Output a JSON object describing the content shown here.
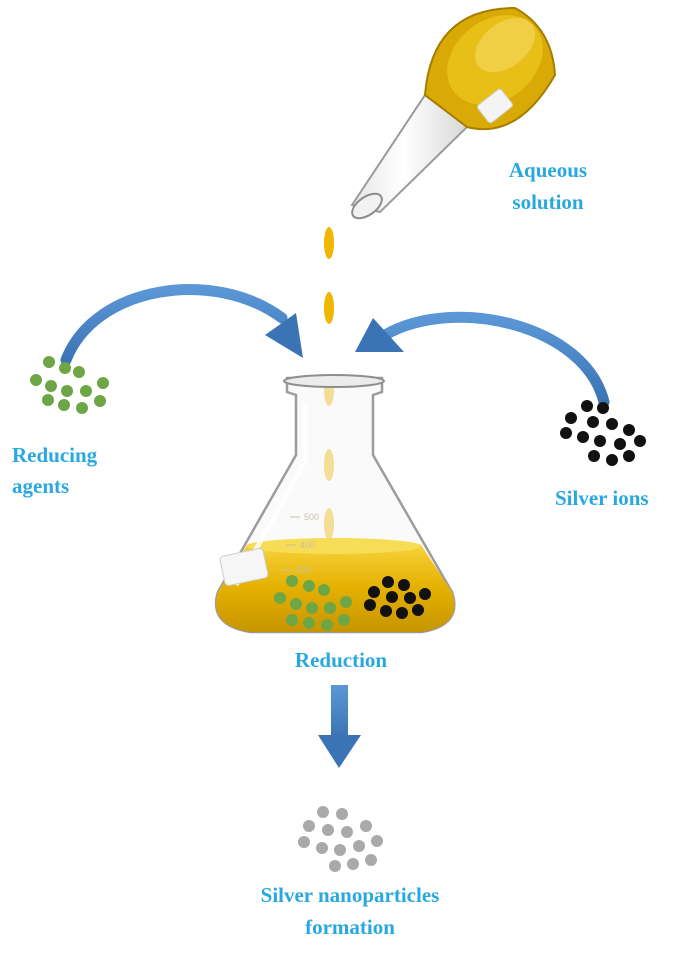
{
  "labels": {
    "aqueous_line1": "Aqueous",
    "aqueous_line2": "solution",
    "reducing_line1": "Reducing",
    "reducing_line2": "agents",
    "silver_ions": "Silver ions",
    "reduction": "Reduction",
    "nano_line1": "Silver nanoparticles",
    "nano_line2": "formation"
  },
  "flask_ticks": [
    "500",
    "400",
    "300"
  ],
  "colors": {
    "label_blue": "#29a8e0",
    "arrow_blue": "#4a86c8",
    "liquid_yellow": "#e8b800",
    "reducing_green": "#6ea646",
    "ion_black": "#111111",
    "nanoparticle_grey": "#a9a9a9"
  },
  "icons": {
    "pouring_flask": "tilted-flask-icon",
    "erlenmeyer": "erlenmeyer-flask-icon",
    "curved_arrow": "curved-arrow-icon",
    "down_arrow": "down-arrow-icon"
  }
}
